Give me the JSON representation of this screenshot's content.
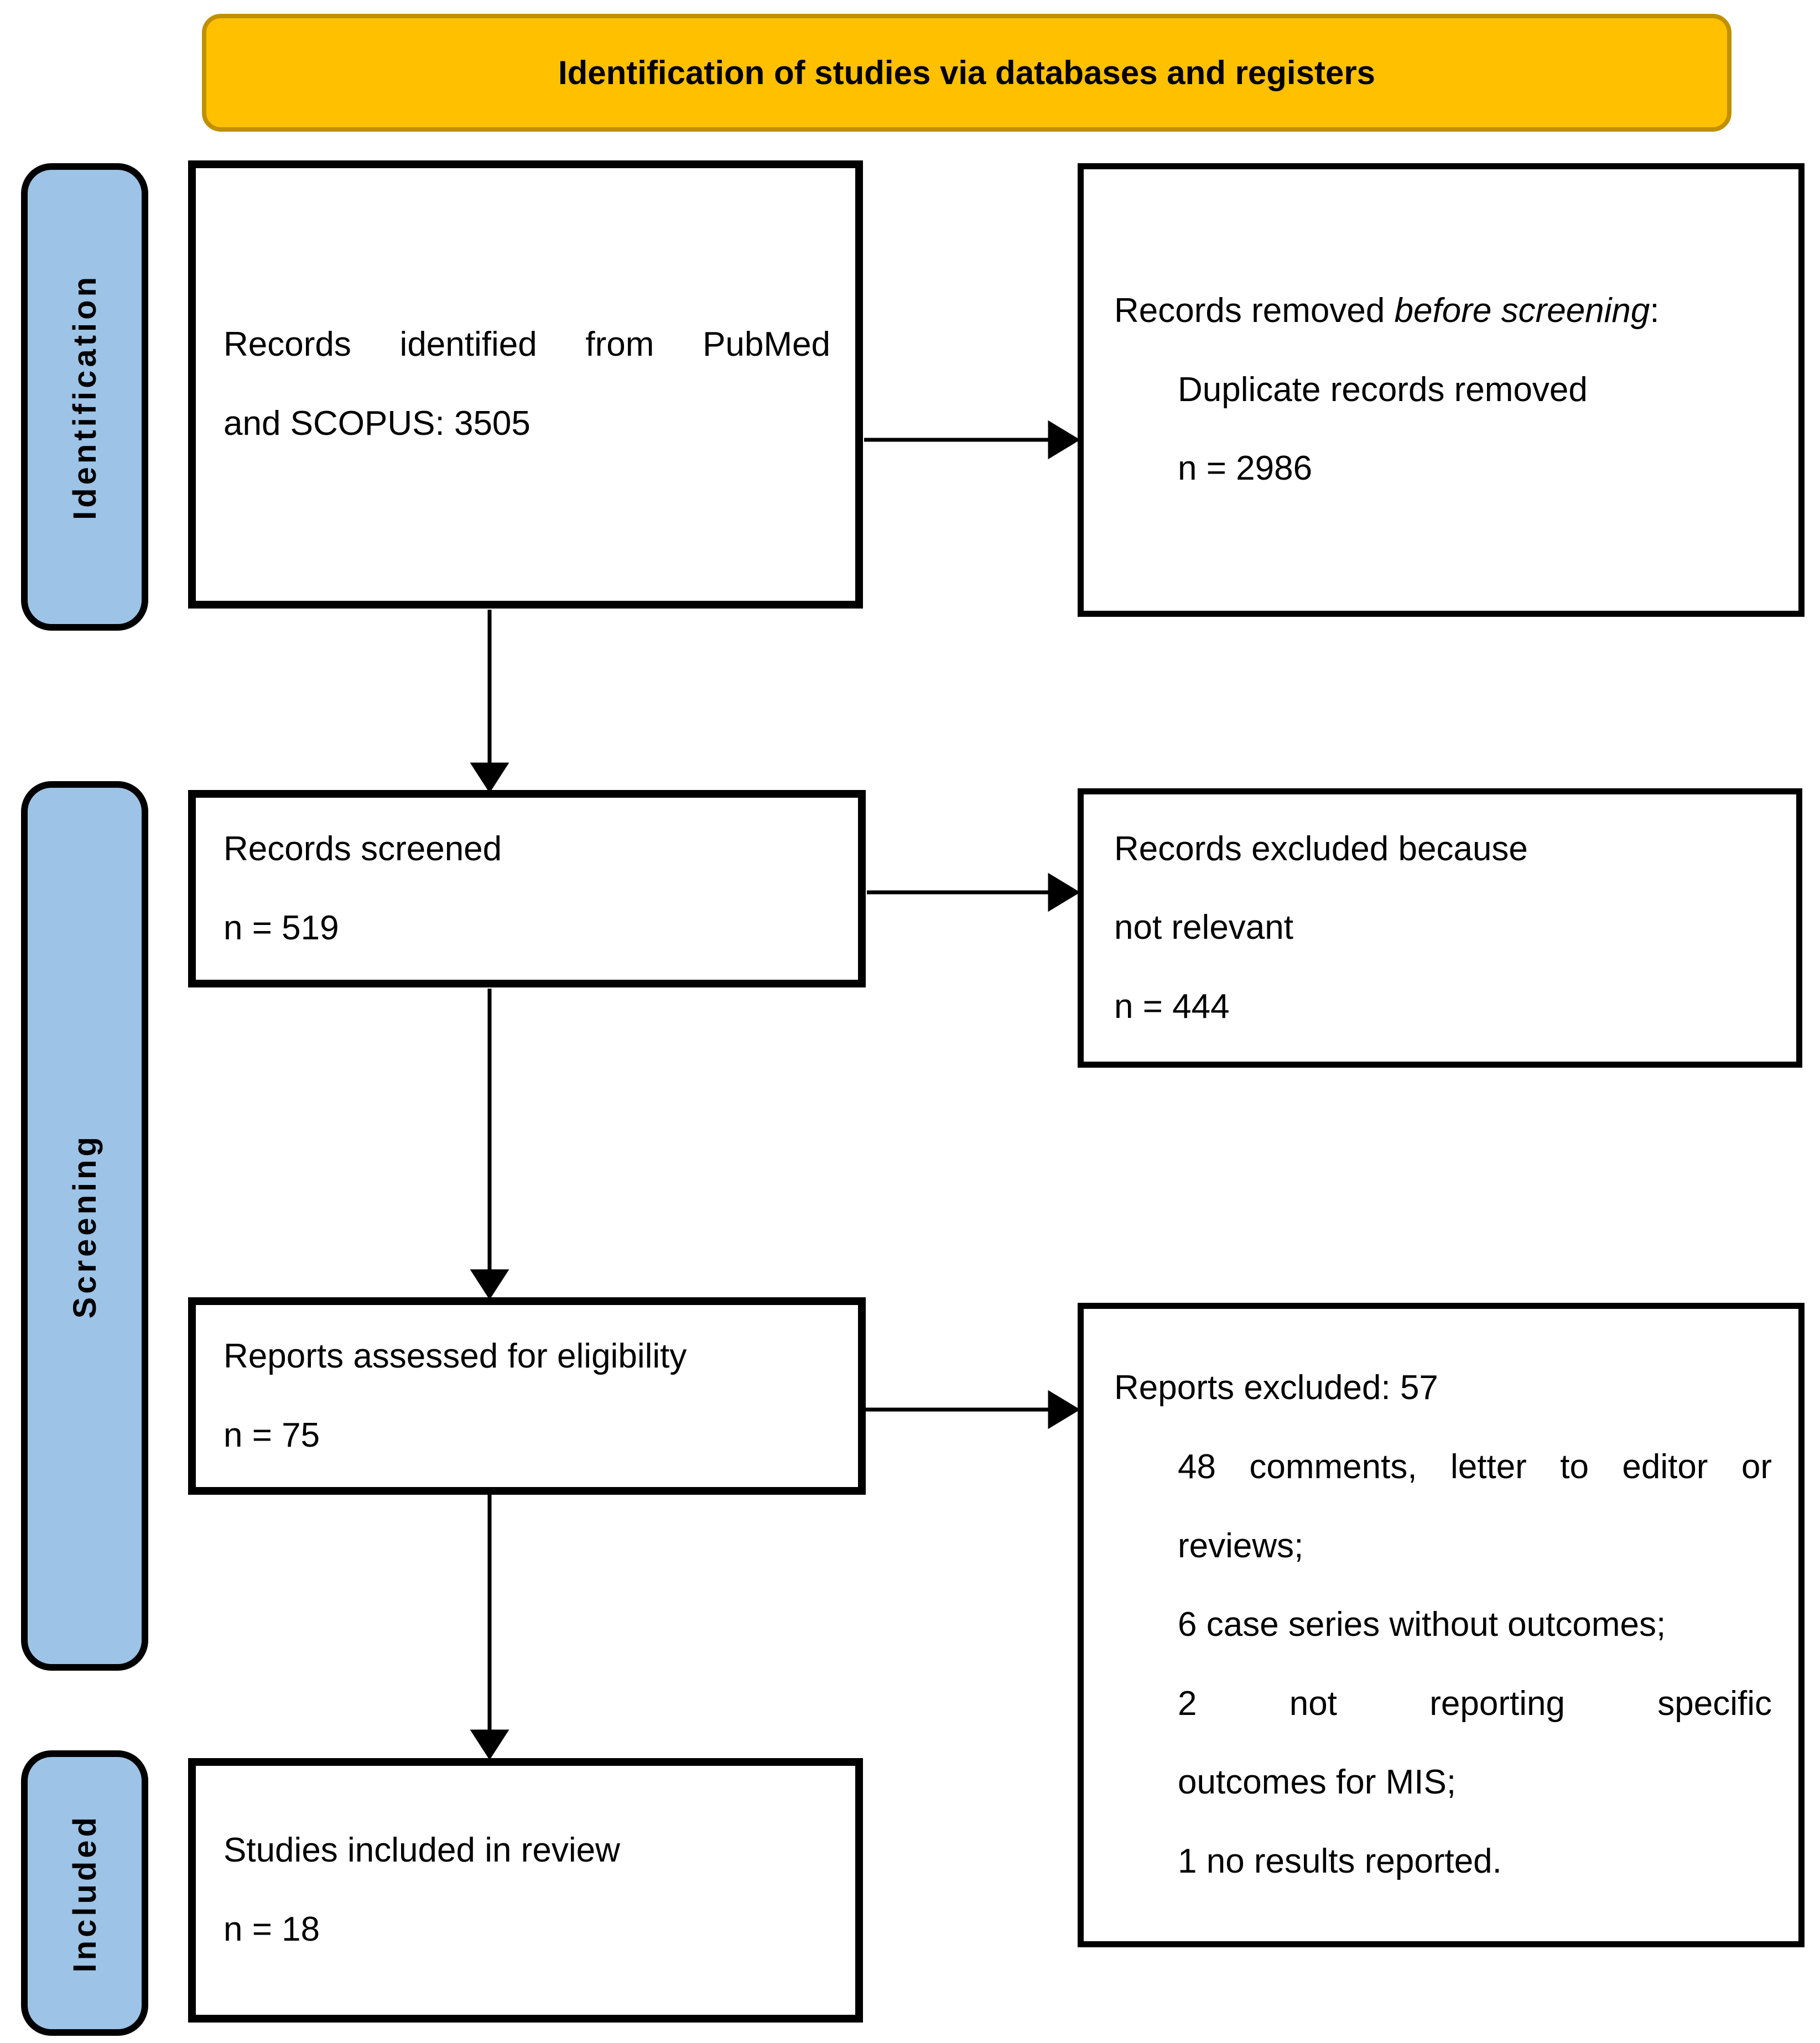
{
  "banner": {
    "title": "Identification of studies via databases and registers"
  },
  "stages": {
    "identification": "Identification",
    "screening": "Screening",
    "included": "Included"
  },
  "boxes": {
    "records_identified": {
      "l1": "Records identified from PubMed",
      "l2": "and SCOPUS: 3505"
    },
    "records_removed": {
      "l1a": "Records removed ",
      "l1b": "before screening",
      "l1c": ":",
      "l2": "Duplicate records removed",
      "l3": "n = 2986"
    },
    "records_screened": {
      "l1": "Records screened",
      "l2": "n = 519"
    },
    "records_excluded": {
      "l1": "Records excluded because",
      "l2": "not relevant",
      "l3": "n = 444"
    },
    "reports_assessed": {
      "l1": "Reports assessed for eligibility",
      "l2": "n = 75"
    },
    "reports_excluded": {
      "l1": "Reports excluded: 57",
      "l2": "48 comments, letter to editor or",
      "l3": "reviews;",
      "l4": "6 case series without outcomes;",
      "l5": "2 not reporting specific",
      "l6": "outcomes for MIS;",
      "l7": "1 no results reported."
    },
    "studies_included": {
      "l1": "Studies included in review",
      "l2": "n = 18"
    }
  },
  "colors": {
    "banner_fill": "#FFC000",
    "banner_border": "#BF9000",
    "stage_fill": "#9DC3E6",
    "line_color": "#000000"
  }
}
